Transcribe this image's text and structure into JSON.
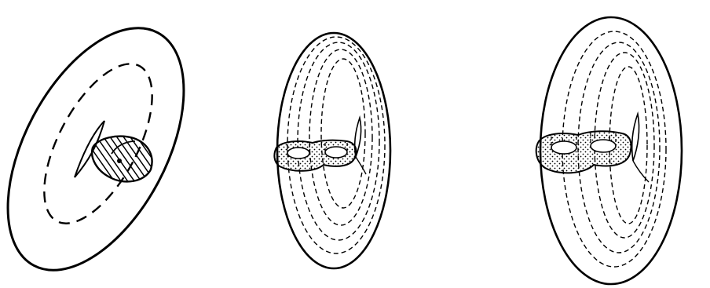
{
  "figure": {
    "panels": [
      {
        "id": "panel-1",
        "description_visible_text": ""
      },
      {
        "id": "panel-2",
        "description_visible_text": ""
      },
      {
        "id": "panel-3",
        "description_visible_text": ""
      }
    ]
  },
  "colors": {
    "stroke": "#000000",
    "background": "#ffffff"
  }
}
